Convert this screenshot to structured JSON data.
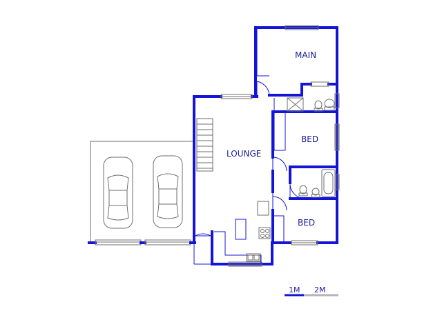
{
  "rooms": {
    "main": "MAIN",
    "bed1": "BED",
    "lounge": "LOUNGE",
    "bed2": "BED"
  },
  "scale": {
    "label_1": "1M",
    "label_2": "2M"
  },
  "icons": [
    "car-icon",
    "car-icon",
    "stair-icon",
    "toilet-icon",
    "basin-icon",
    "shower-icon",
    "bath-icon",
    "sink-icon",
    "stove-icon"
  ],
  "colors": {
    "wall": "#1414d8",
    "label": "#1a1aa0",
    "fixture": "#6e6e6e"
  }
}
